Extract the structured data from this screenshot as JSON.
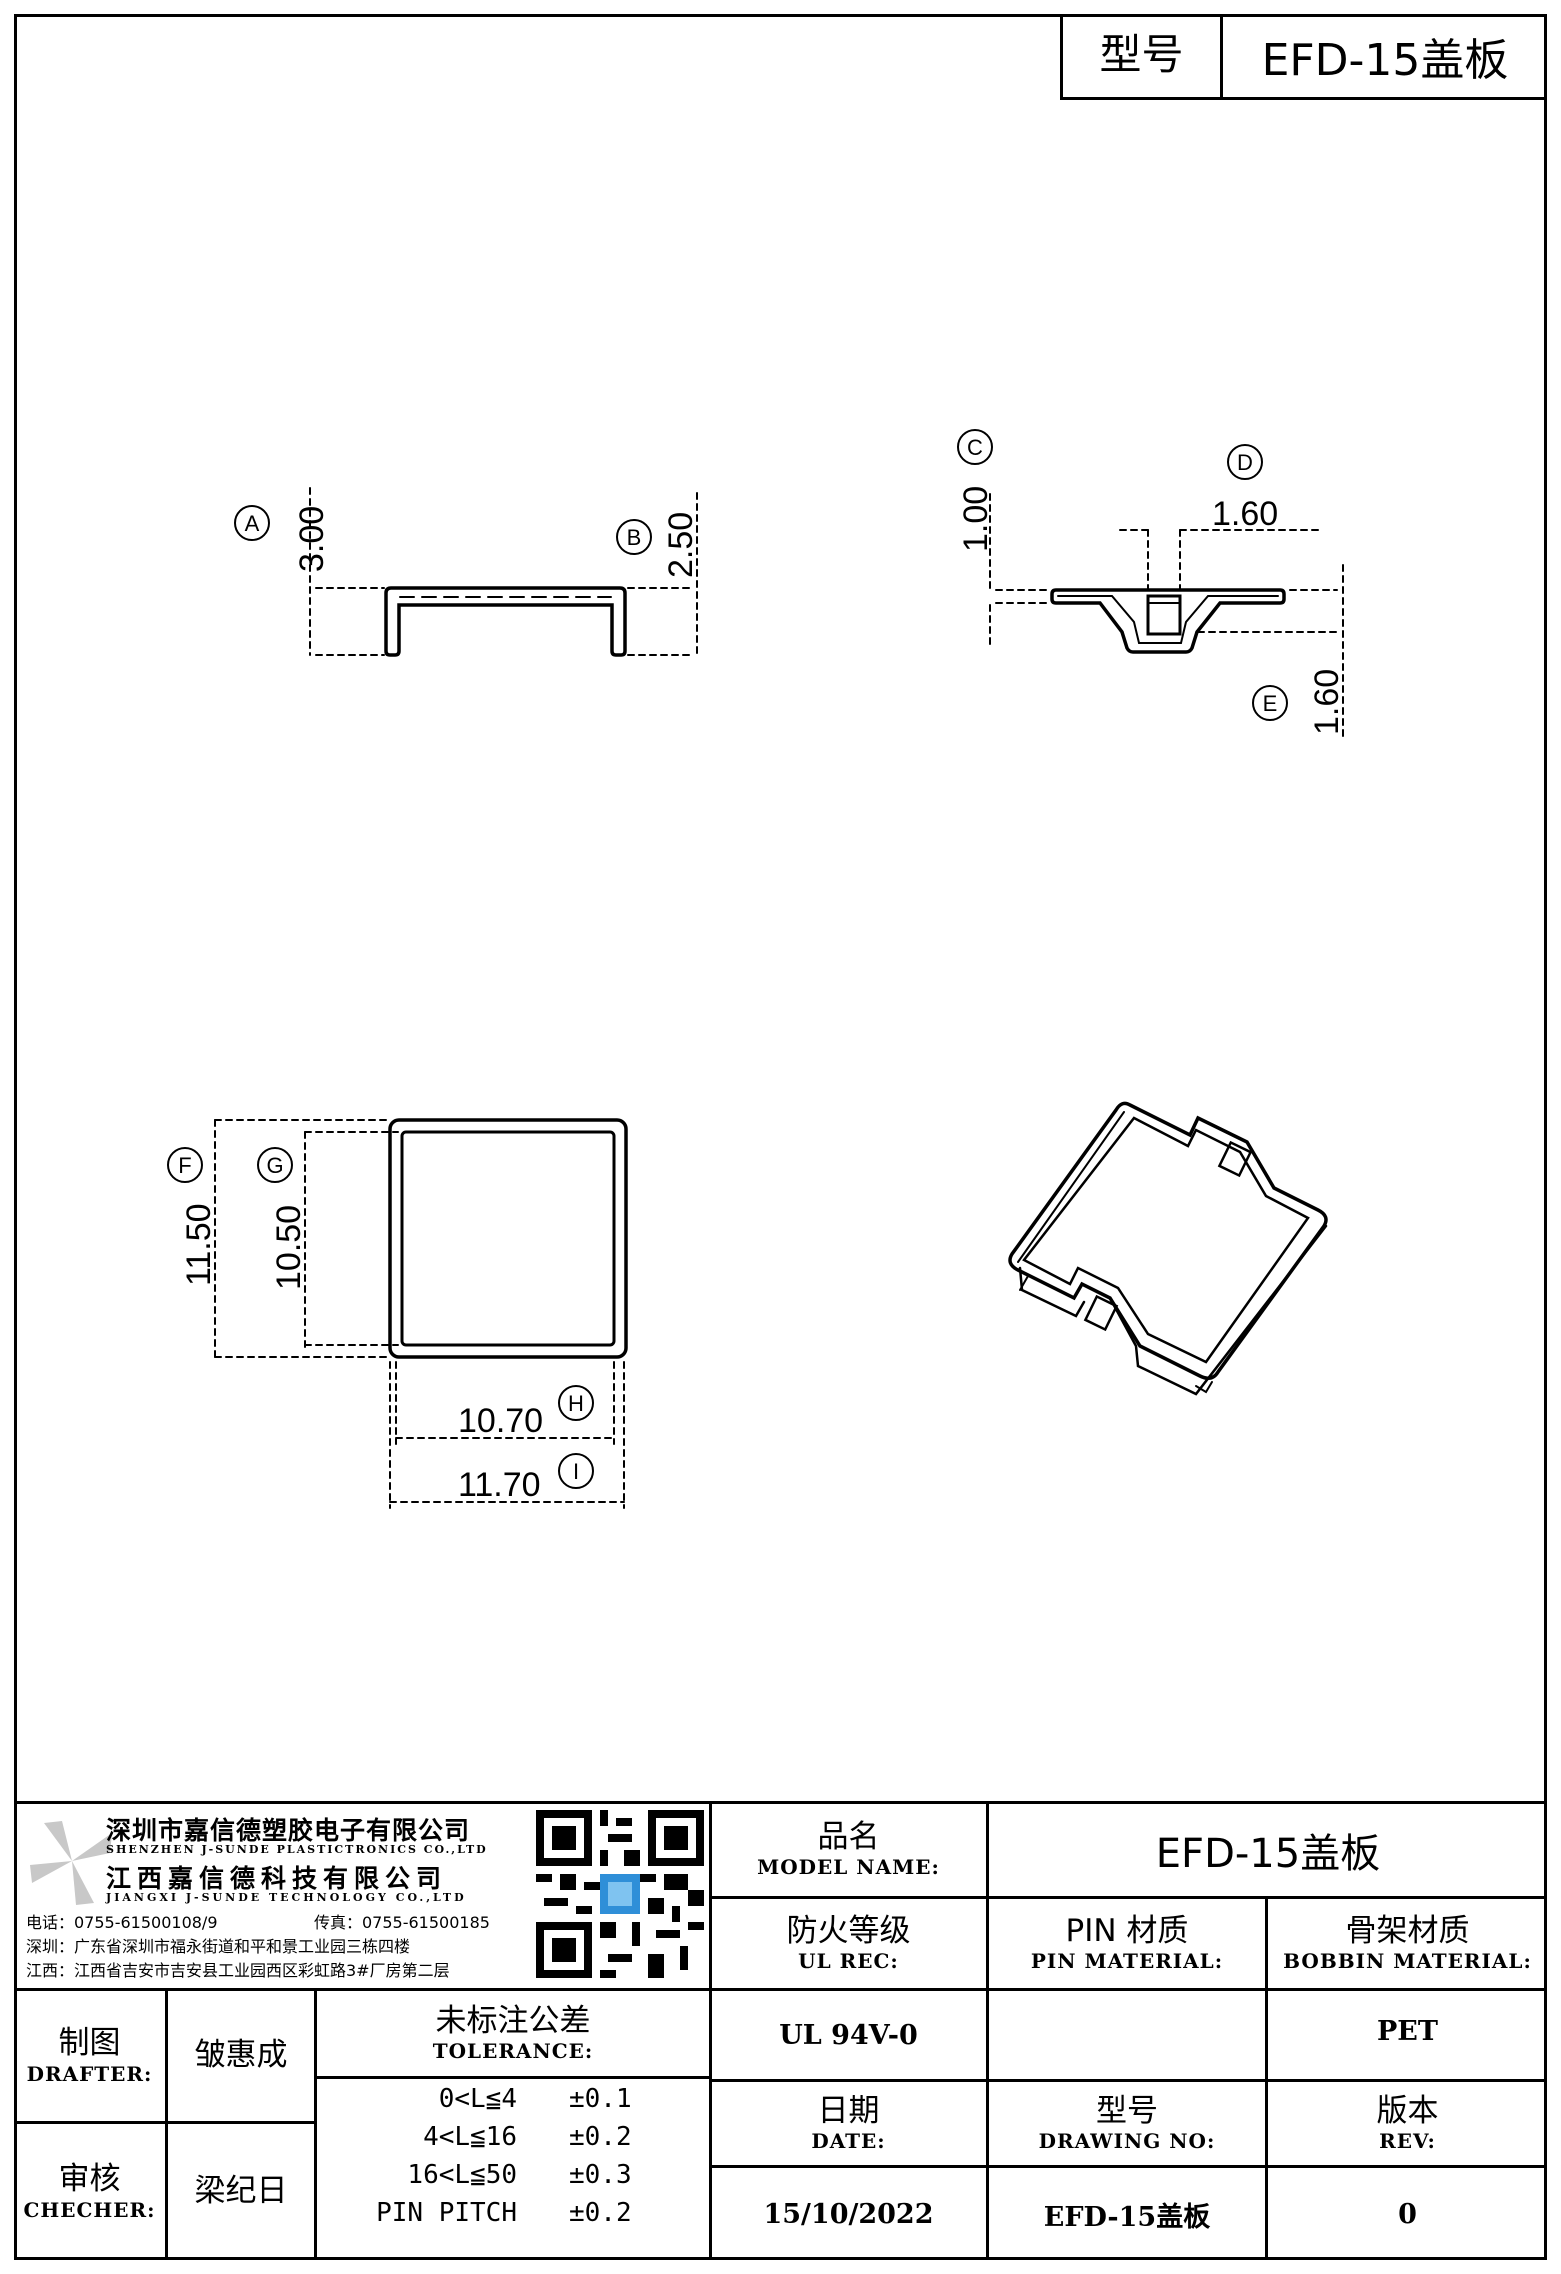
{
  "title_block": {
    "model_label": "型号",
    "model_value": "EFD-15盖板"
  },
  "dimensions": {
    "A": {
      "letter": "A",
      "value": "3.00"
    },
    "B": {
      "letter": "B",
      "value": "2.50"
    },
    "C": {
      "letter": "C",
      "value": "1.00"
    },
    "D": {
      "letter": "D",
      "value": "1.60"
    },
    "E": {
      "letter": "E",
      "value": "1.60"
    },
    "F": {
      "letter": "F",
      "value": "11.50"
    },
    "G": {
      "letter": "G",
      "value": "10.50"
    },
    "H": {
      "letter": "H",
      "value": "10.70"
    },
    "I": {
      "letter": "I",
      "value": "11.70"
    }
  },
  "company": {
    "name_cn_1": "深圳市嘉信德塑胶电子有限公司",
    "name_en_1": "SHENZHEN J-SUNDE PLASTICTRONICS CO.,LTD",
    "name_cn_2": "江西嘉信德科技有限公司",
    "name_en_2": "JIANGXI J-SUNDE TECHNOLOGY CO.,LTD",
    "phone": "电话：0755-61500108/9",
    "fax": "传真：0755-61500185",
    "addr_sz": "深圳：广东省深圳市福永街道和平和景工业园三栋四楼",
    "addr_jx": "江西：江西省吉安市吉安县工业园西区彩虹路3#厂房第二层"
  },
  "table": {
    "product_name_cn": "品名",
    "product_name_en": "MODEL NAME:",
    "product_name_value": "EFD-15盖板",
    "fire_cn": "防火等级",
    "fire_en": "UL REC:",
    "fire_value": "UL 94V-0",
    "pin_cn": "PIN 材质",
    "pin_en": "PIN MATERIAL:",
    "pin_value": "",
    "bobbin_cn": "骨架材质",
    "bobbin_en": "BOBBIN MATERIAL:",
    "bobbin_value": "PET",
    "drafter_cn": "制图",
    "drafter_en": "DRAFTER:",
    "drafter_value": "皱惠成",
    "checker_cn": "审核",
    "checker_en": "CHECHER:",
    "checker_value": "梁纪日",
    "tolerance_cn": "未标注公差",
    "tolerance_en": "TOLERANCE:",
    "tolerance_rows": [
      {
        "range": "0<L≦4",
        "tol": "±0.1"
      },
      {
        "range": "4<L≦16",
        "tol": "±0.2"
      },
      {
        "range": "16<L≦50",
        "tol": "±0.3"
      },
      {
        "range": "PIN PITCH",
        "tol": "±0.2"
      }
    ],
    "date_cn": "日期",
    "date_en": "DATE:",
    "date_value": "15/10/2022",
    "drawing_cn": "型号",
    "drawing_en": "DRAWING NO:",
    "drawing_value": "EFD-15盖板",
    "rev_cn": "版本",
    "rev_en": "REV:",
    "rev_value": "0"
  }
}
